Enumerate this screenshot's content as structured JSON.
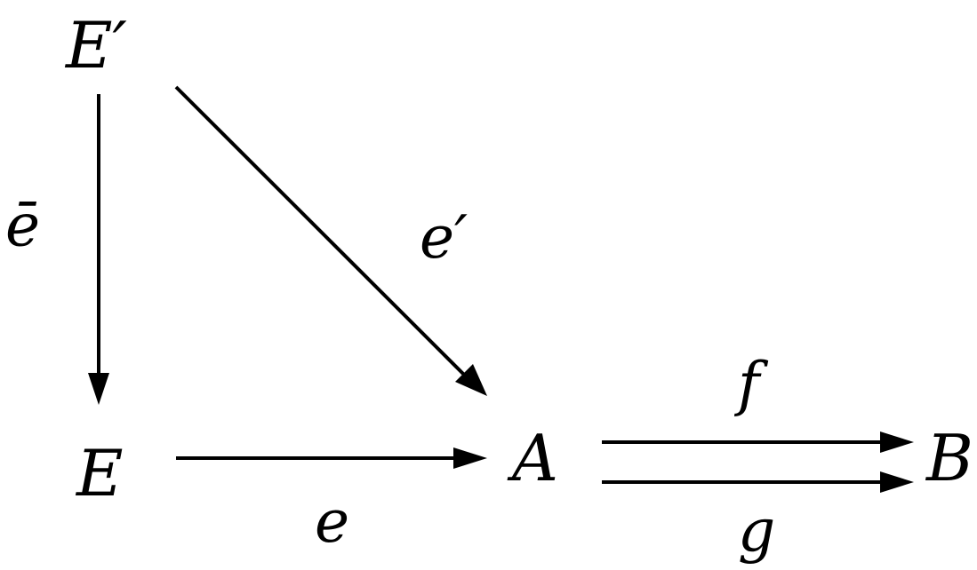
{
  "diagram": {
    "objects": {
      "E_prime": "E′",
      "E": "E",
      "A": "A",
      "B": "B"
    },
    "morphisms": {
      "e_bar": "ē",
      "e_prime": "e′",
      "e": "e",
      "f": "f",
      "g": "g"
    },
    "colors": {
      "ink": "#000000",
      "background": "#ffffff"
    }
  }
}
